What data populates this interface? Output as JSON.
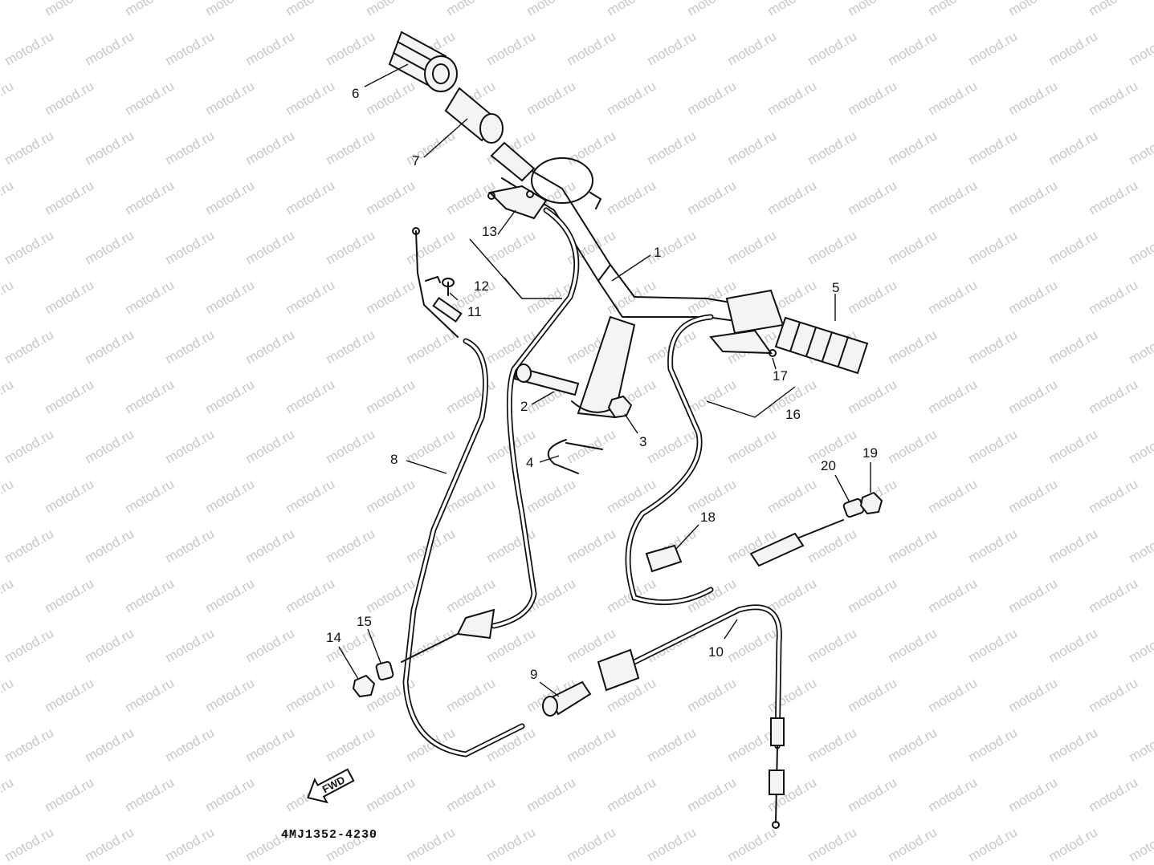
{
  "diagram": {
    "part_code": "4MJ1352-4230",
    "fwd_label": "FWD",
    "watermark": "motod.ru",
    "callouts": [
      {
        "id": "c1",
        "label": "1"
      },
      {
        "id": "c2",
        "label": "2"
      },
      {
        "id": "c3",
        "label": "3"
      },
      {
        "id": "c4",
        "label": "4"
      },
      {
        "id": "c5",
        "label": "5"
      },
      {
        "id": "c6",
        "label": "6"
      },
      {
        "id": "c7",
        "label": "7"
      },
      {
        "id": "c8",
        "label": "8"
      },
      {
        "id": "c9",
        "label": "9"
      },
      {
        "id": "c10",
        "label": "10"
      },
      {
        "id": "c11",
        "label": "11"
      },
      {
        "id": "c12",
        "label": "12"
      },
      {
        "id": "c13",
        "label": "13"
      },
      {
        "id": "c14",
        "label": "14"
      },
      {
        "id": "c15",
        "label": "15"
      },
      {
        "id": "c16",
        "label": "16"
      },
      {
        "id": "c17",
        "label": "17"
      },
      {
        "id": "c18",
        "label": "18"
      },
      {
        "id": "c19",
        "label": "19"
      },
      {
        "id": "c20",
        "label": "20"
      }
    ]
  }
}
